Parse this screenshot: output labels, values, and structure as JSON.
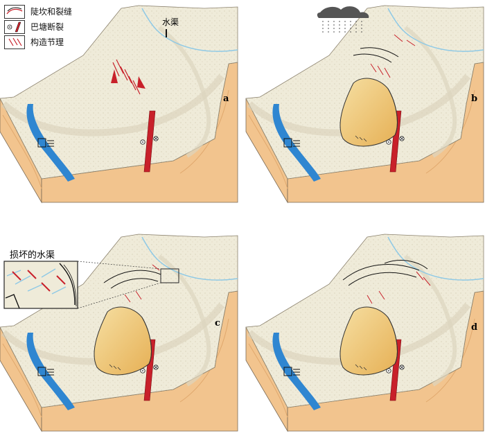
{
  "legend": [
    {
      "label": "陡坎和裂缝",
      "icon": "scarp-crack-symbol"
    },
    {
      "label": "巴塘断裂",
      "icon": "fault-symbol"
    },
    {
      "label": "构造节理",
      "icon": "joint-symbol"
    }
  ],
  "panels": [
    {
      "id": "a",
      "label": "a",
      "channel_label": "水渠"
    },
    {
      "id": "b",
      "label": "b"
    },
    {
      "id": "c",
      "label": "c",
      "inset_title": "损坏的水渠"
    },
    {
      "id": "d",
      "label": "d"
    }
  ],
  "colors": {
    "terrain": "#efebd9",
    "terrain_shade": "#d9d3bc",
    "soil": "#f2c48e",
    "soil_dark": "#e7ad72",
    "river": "#2f86d1",
    "channel": "#8ec9e6",
    "fault": "#c8202a",
    "landslide": "#e9c36e"
  }
}
